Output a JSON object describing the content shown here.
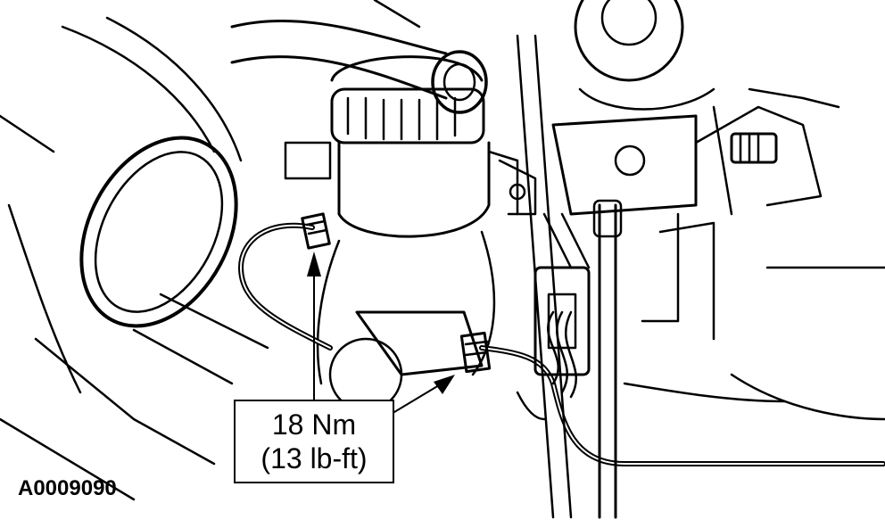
{
  "torque_spec": {
    "metric": "18 Nm",
    "imperial": "(13 lb-ft)"
  },
  "figure_id": "A0009090",
  "colors": {
    "line": "#000000",
    "background": "#ffffff"
  }
}
